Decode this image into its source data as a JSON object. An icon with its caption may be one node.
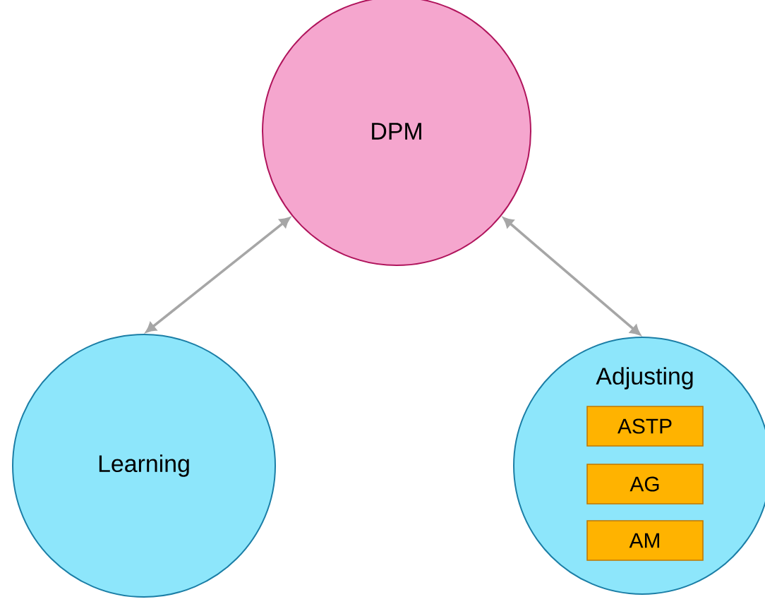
{
  "diagram": {
    "nodes": [
      {
        "text": [
          "DPM"
        ]
      },
      {
        "text": [
          "Learning"
        ]
      },
      {
        "text": [
          "Adjusting"
        ]
      },
      {
        "text": [
          "ASTP"
        ],
        "in": 2
      },
      {
        "text": [
          "AG"
        ],
        "in": 2
      },
      {
        "text": [
          "AM"
        ],
        "in": 2
      }
    ],
    "edges": [
      {
        "from": 0,
        "to": 1,
        "arrow": "both"
      },
      {
        "from": 0,
        "to": 2,
        "arrow": "both"
      }
    ]
  }
}
